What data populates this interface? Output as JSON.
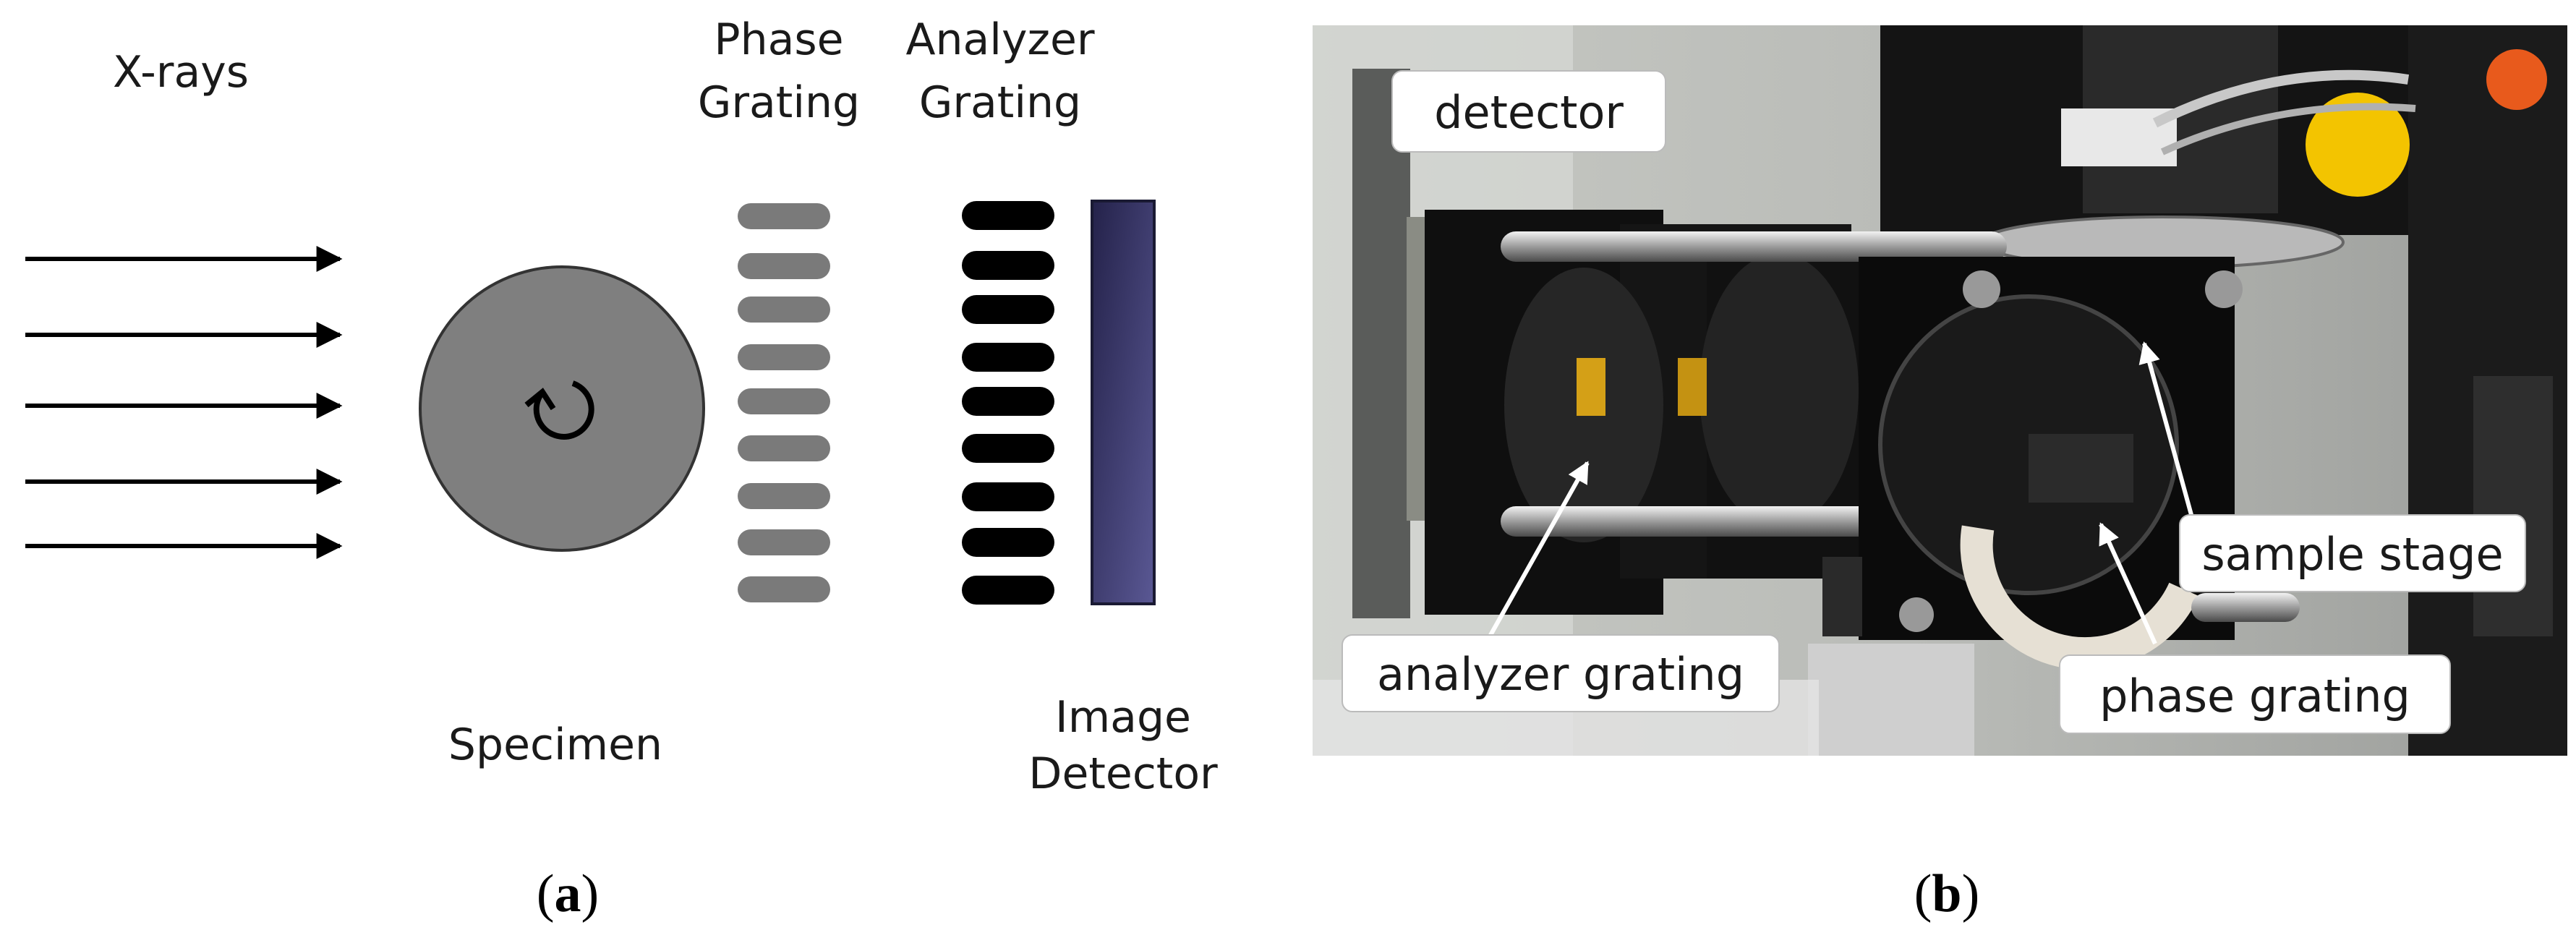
{
  "panel_a": {
    "xrays_label": "X-rays",
    "phase_grating_label": [
      "Phase",
      "Grating"
    ],
    "analyzer_grating_label": [
      "Analyzer",
      "Grating"
    ],
    "specimen_label": "Specimen",
    "detector_label": [
      "Image",
      "Detector"
    ],
    "rotation_icon": "rotate-ccw-icon",
    "caption": "(a)",
    "caption_letter": "a"
  },
  "panel_b": {
    "labels": {
      "detector": "detector",
      "sample_stage": "sample stage",
      "analyzer_grating": "analyzer grating",
      "phase_grating": "phase grating"
    },
    "caption": "(b)",
    "caption_letter": "b"
  },
  "colors": {
    "phase_bar": "#7a7a7a",
    "analyzer_bar": "#000000",
    "specimen_fill": "#7f7f7f",
    "detector_top": "#2c2a52",
    "detector_bottom": "#53518a"
  }
}
